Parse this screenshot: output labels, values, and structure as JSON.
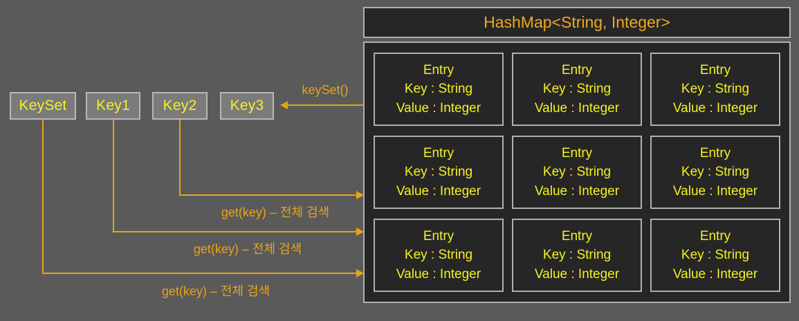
{
  "diagram": {
    "background_color": "#5a5a5a",
    "accent_color": "#e8a317",
    "key_text_color": "#f5f025",
    "panel_bg_color": "#262626",
    "panel_border_color": "#b0b0b0"
  },
  "keys": [
    {
      "label": "KeySet"
    },
    {
      "label": "Key1"
    },
    {
      "label": "Key2"
    },
    {
      "label": "Key3"
    }
  ],
  "hashmap": {
    "title": "HashMap<String, Integer>",
    "entries": [
      {
        "title": "Entry",
        "key": "Key : String",
        "value": "Value : Integer"
      },
      {
        "title": "Entry",
        "key": "Key : String",
        "value": "Value : Integer"
      },
      {
        "title": "Entry",
        "key": "Key : String",
        "value": "Value : Integer"
      },
      {
        "title": "Entry",
        "key": "Key : String",
        "value": "Value : Integer"
      },
      {
        "title": "Entry",
        "key": "Key : String",
        "value": "Value : Integer"
      },
      {
        "title": "Entry",
        "key": "Key : String",
        "value": "Value : Integer"
      },
      {
        "title": "Entry",
        "key": "Key : String",
        "value": "Value : Integer"
      },
      {
        "title": "Entry",
        "key": "Key : String",
        "value": "Value : Integer"
      },
      {
        "title": "Entry",
        "key": "Key : String",
        "value": "Value : Integer"
      }
    ]
  },
  "edges": {
    "keyset_label": "keySet()",
    "get_label_1": "get(key) – 전체 검색",
    "get_label_2": "get(key) – 전체 검색",
    "get_label_3": "get(key) – 전체 검색"
  }
}
